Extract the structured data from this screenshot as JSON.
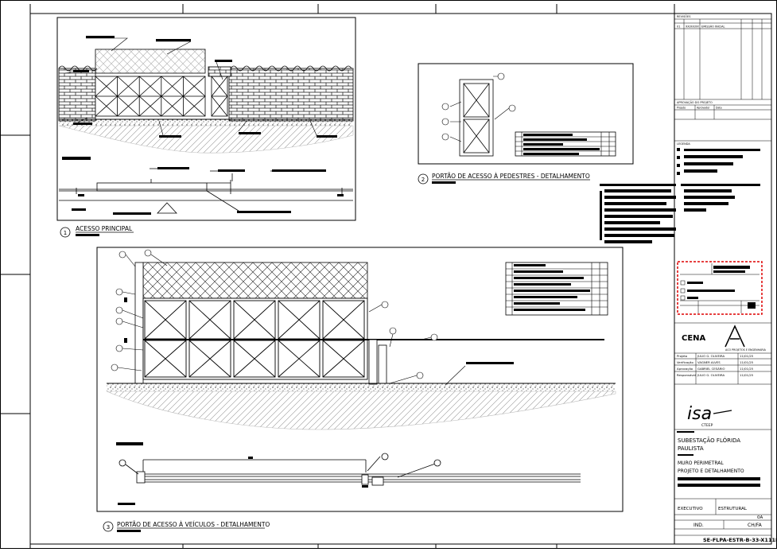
{
  "views": {
    "v1": {
      "number": "1",
      "title": "ACESSO PRINCIPAL"
    },
    "v2": {
      "number": "2",
      "title": "PORTÃO DE ACESSO À PEDESTRES - DETALHAMENTO"
    },
    "v3": {
      "number": "3",
      "title": "PORTÃO DE ACESSO À VEÍCULOS - DETALHAMENTO"
    }
  },
  "revisions": {
    "header": "REVISÕES",
    "row": {
      "rev": "01",
      "date": "XX/XX/XX",
      "desc": "EMISSÃO INICIAL"
    }
  },
  "approval": {
    "header": "APROVAÇÃO DO PROJETO",
    "cols": [
      "Projeto",
      "Aprovador",
      "Data"
    ]
  },
  "legend_header": "LEGENDA",
  "firm": {
    "name": "CENA",
    "tagline": "ACO PROJETOS E ENGENHARIA"
  },
  "signatures": [
    {
      "role": "Projeto",
      "name": "JULIO G. OLIVEIRA",
      "date": "11/01/25"
    },
    {
      "role": "Verificação",
      "name": "VAGNER ALVES",
      "date": "11/01/25"
    },
    {
      "role": "Aprovação",
      "name": "GABRIEL CESÁRIO",
      "date": "11/01/25"
    },
    {
      "role": "Responsável",
      "name": "JULIO G. OLIVEIRA",
      "date": "11/01/25"
    }
  ],
  "client": {
    "name": "isa",
    "sub": "CTEEP"
  },
  "project": {
    "line1": "SUBESTAÇÃO FLÓRIDA",
    "line2": "PAULISTA",
    "title1": "MURO PERIMETRAL",
    "title2": "PROJETO E DETALHAMENTO"
  },
  "phase": {
    "label": "EXECUTIVO",
    "discipline": "ESTRUTURAL"
  },
  "doc": {
    "rev": "0A",
    "scale": "IND.",
    "sheet": "CH/FA",
    "code": "SE-FLPA-ESTR-B-33-X111B"
  }
}
